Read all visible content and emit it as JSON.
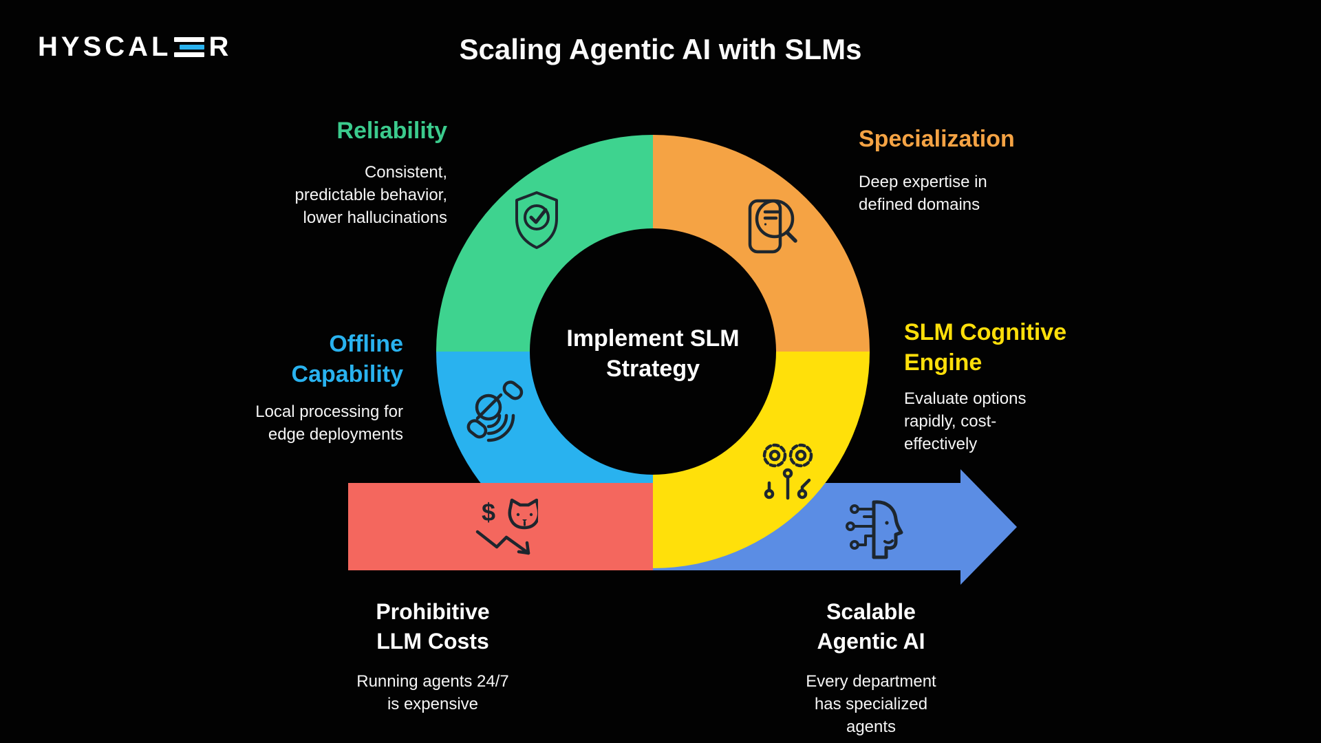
{
  "brand": {
    "name": "HYSCALER",
    "logo_part1": "HYSCAL",
    "logo_part2": "R",
    "logo_accent_color": "#29b2ef"
  },
  "title": "Scaling Agentic AI with SLMs",
  "center_label": "Implement SLM\nStrategy",
  "sections": {
    "reliability": {
      "heading": "Reliability",
      "body": "Consistent,\npredictable behavior,\nlower hallucinations",
      "color": "#3bcb8d",
      "icon": "shield-check-icon"
    },
    "specialization": {
      "heading": "Specialization",
      "body": "Deep expertise in\ndefined domains",
      "color": "#f5a344",
      "icon": "document-search-icon"
    },
    "offline_capability": {
      "heading": "Offline\nCapability",
      "body": "Local processing for\nedge deployments",
      "color": "#29b2ef",
      "icon": "satellite-icon"
    },
    "slm_cognitive_engine": {
      "heading": "SLM Cognitive\nEngine",
      "body": "Evaluate options\nrapidly, cost-\neffectively",
      "color": "#ffdf0a",
      "icon": "gears-circuit-icon"
    },
    "prohibitive_llm_costs": {
      "heading": "Prohibitive\nLLM Costs",
      "body": "Running agents 24/7\nis expensive",
      "color": "#f4675e",
      "icon": "cost-decline-icon"
    },
    "scalable_agentic_ai": {
      "heading": "Scalable\nAgentic AI",
      "body": "Every department\nhas specialized\nagents",
      "color": "#5b8de4",
      "icon": "ai-head-circuit-icon"
    }
  },
  "colors": {
    "background": "#000000",
    "segment_green": "#3ed38f",
    "segment_orange": "#f5a344",
    "segment_blue": "#29b2ef",
    "segment_yellow": "#ffe00a",
    "segment_red": "#f4675e",
    "arrow_blue": "#5b8de4",
    "icon_stroke": "#1d262e",
    "text": "#f2f2f2"
  }
}
